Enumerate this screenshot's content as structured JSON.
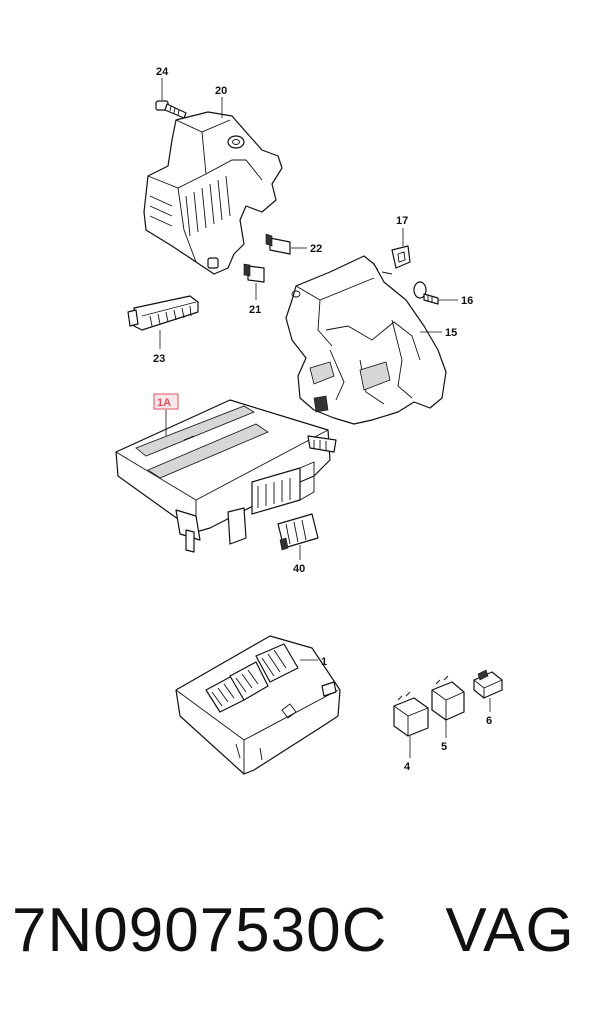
{
  "callouts": {
    "c24": "24",
    "c20": "20",
    "c17": "17",
    "c22": "22",
    "c21": "21",
    "c16": "16",
    "c15": "15",
    "c23": "23",
    "c1A": "1A",
    "c40": "40",
    "c1": "1",
    "c6": "6",
    "c5": "5",
    "c4": "4"
  },
  "highlight_color": "#e05060",
  "caption": {
    "part_number": "7N0907530C",
    "brand": "VAG"
  }
}
